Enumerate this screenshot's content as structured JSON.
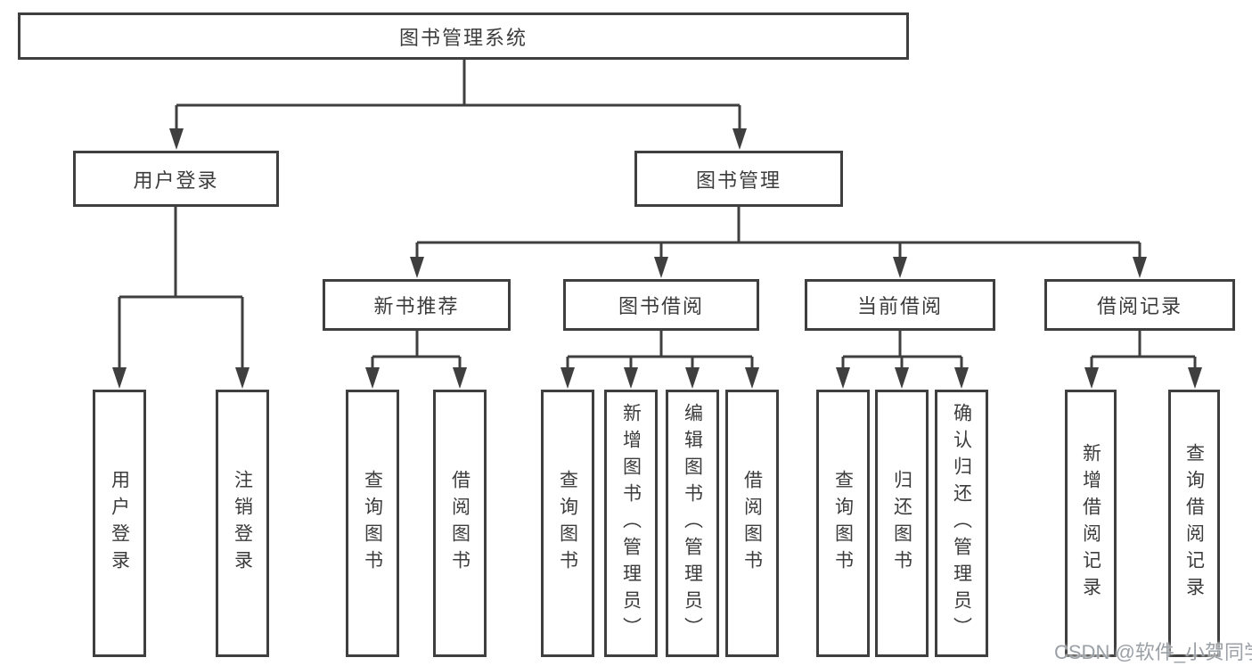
{
  "diagram": {
    "root": {
      "label": "图书管理系统"
    },
    "level2": [
      {
        "label": "用户登录"
      },
      {
        "label": "图书管理"
      }
    ],
    "level3": [
      {
        "label": "新书推荐"
      },
      {
        "label": "图书借阅"
      },
      {
        "label": "当前借阅"
      },
      {
        "label": "借阅记录"
      }
    ],
    "leaves": [
      {
        "label": "用户登录"
      },
      {
        "label": "注销登录"
      },
      {
        "label": "查询图书"
      },
      {
        "label": "借阅图书"
      },
      {
        "label": "查询图书"
      },
      {
        "label": "新增图书（管理员）"
      },
      {
        "label": "编辑图书（管理员）"
      },
      {
        "label": "借阅图书"
      },
      {
        "label": "查询图书"
      },
      {
        "label": "归还图书"
      },
      {
        "label": "确认归还（管理员）"
      },
      {
        "label": "新增借阅记录"
      },
      {
        "label": "查询借阅记录"
      }
    ]
  },
  "watermark": {
    "text": "CSDN @软件_小贺同学"
  },
  "colors": {
    "line": "#3f3f3f",
    "text": "#3c3c3c",
    "watermark": "#9aa0a6",
    "background": "#ffffff"
  }
}
